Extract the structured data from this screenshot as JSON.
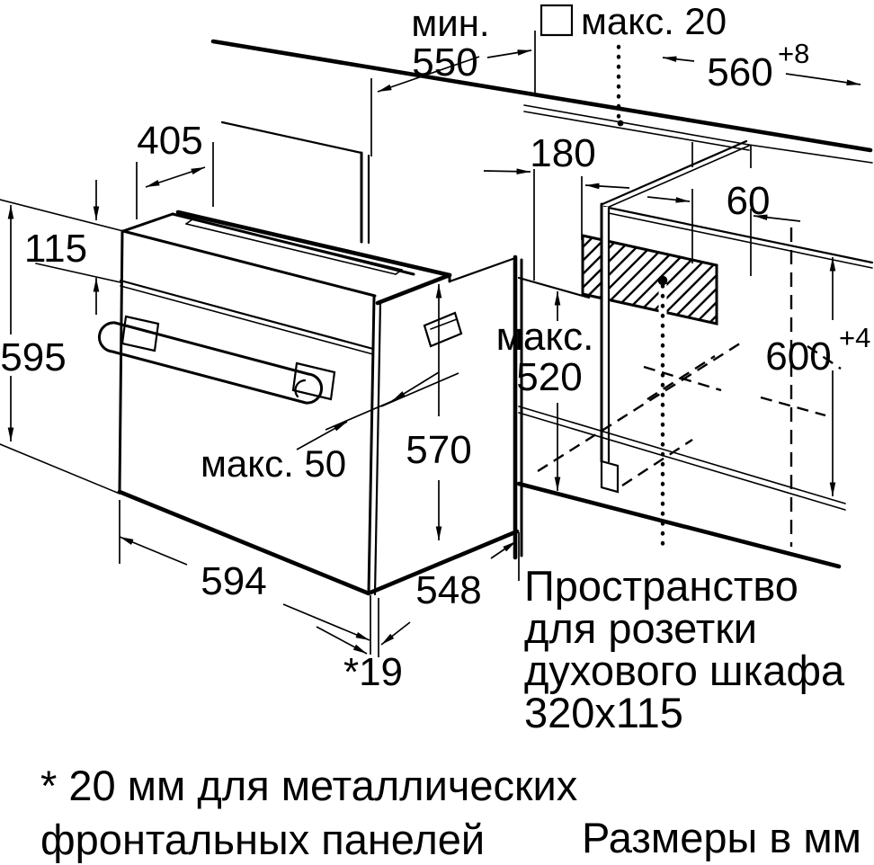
{
  "document": {
    "kind": "built-in oven installation dimension drawing",
    "units_note": "Размеры в мм",
    "footnote_line1": "* 20 мм для металлических",
    "footnote_line2": "фронтальных панелей"
  },
  "socket_note": {
    "line1": "Пространство",
    "line2": "для розетки",
    "line3": "духового шкафа",
    "line4": "320x115"
  },
  "dims": {
    "top_min_word": "мин.",
    "top_min_value": "550",
    "lip_max": "макс. 20",
    "niche_width": "560",
    "niche_width_tol": "+8",
    "oven_top_depth": "405",
    "panel_height": "115",
    "oven_height": "595",
    "socket_offset_h": "180",
    "socket_offset_v": "60",
    "niche_height": "600",
    "niche_height_tol": "+4",
    "niche_depth_word": "макс.",
    "niche_depth_value": "520",
    "handle_max": "макс. 50",
    "body_height": "570",
    "oven_width": "594",
    "oven_depth": "548",
    "front_offset": "*19"
  },
  "colors": {
    "ink": "#000000",
    "paper": "#ffffff"
  }
}
